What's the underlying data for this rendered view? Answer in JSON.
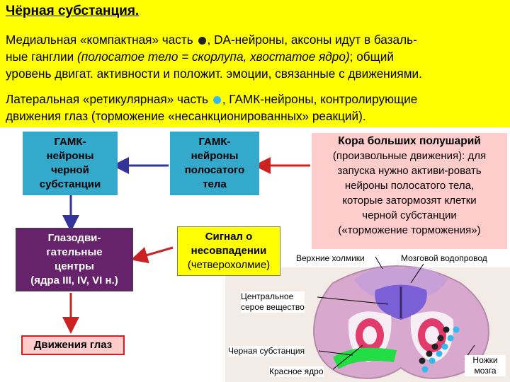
{
  "header": {
    "title": "Чёрная субстанция.",
    "p1_line1": "Медиальная «компактная» часть",
    "p1_line1_rest": ", DA-нейроны, аксоны идут в базаль-",
    "p1_line2_start": "ные ганглии ",
    "p1_line2_italic": "(полосатое тело = скорлупа, хвостатое ядро)",
    "p1_line2_end": "; общий",
    "p1_line3": "уровень двигат. активности и положит. эмоции, связанные с движениями.",
    "p2_line1": "Латеральная «ретикулярная» часть",
    "p2_line1_rest": ", ГАМК-нейроны, контролирующие",
    "p2_line2": "движения глаз (торможение «несанкционированных» реакций).",
    "dot_dark_color": "#222222",
    "dot_light_color": "#33bbee"
  },
  "boxes": {
    "gaba_sn": [
      "ГАМК-",
      "нейроны",
      "черной",
      "субстанции"
    ],
    "gaba_striatum": [
      "ГАМК-",
      "нейроны",
      "полосатого",
      "тела"
    ],
    "oculomotor": [
      "Глазодви-",
      "гательные",
      "центры",
      "(ядра III, IV, VI н.)"
    ],
    "eye_movements": "Движения глаз",
    "mismatch_title": "Сигнал о",
    "mismatch_title2": "несовпадении",
    "mismatch_sub": "(четверохолмие)",
    "cortex_title": "Кора больших полушарий",
    "cortex_lines": [
      "(произвольные движения): для",
      "запуска нужно активи-ровать",
      "нейроны полосатого тела,",
      "которые затормозят клетки",
      "черной субстанции",
      "(«торможение торможения»)"
    ]
  },
  "labels": {
    "superior_colliculi": "Верхние холмики",
    "aqueduct": "Мозговой водопровод",
    "central_gray_1": "Центральное",
    "central_gray_2": "серое вещество",
    "substantia_nigra": "Черная субстанция",
    "red_nucleus": "Красное ядро",
    "cerebral_peduncles_1": "Ножки",
    "cerebral_peduncles_2": "мозга"
  },
  "colors": {
    "banner": "#ffff00",
    "teal_box": "#33aacc",
    "purple_box": "#66226a",
    "pink_box": "#ffcccc",
    "arrow_red": "#cc2222",
    "arrow_blue": "#333399"
  }
}
